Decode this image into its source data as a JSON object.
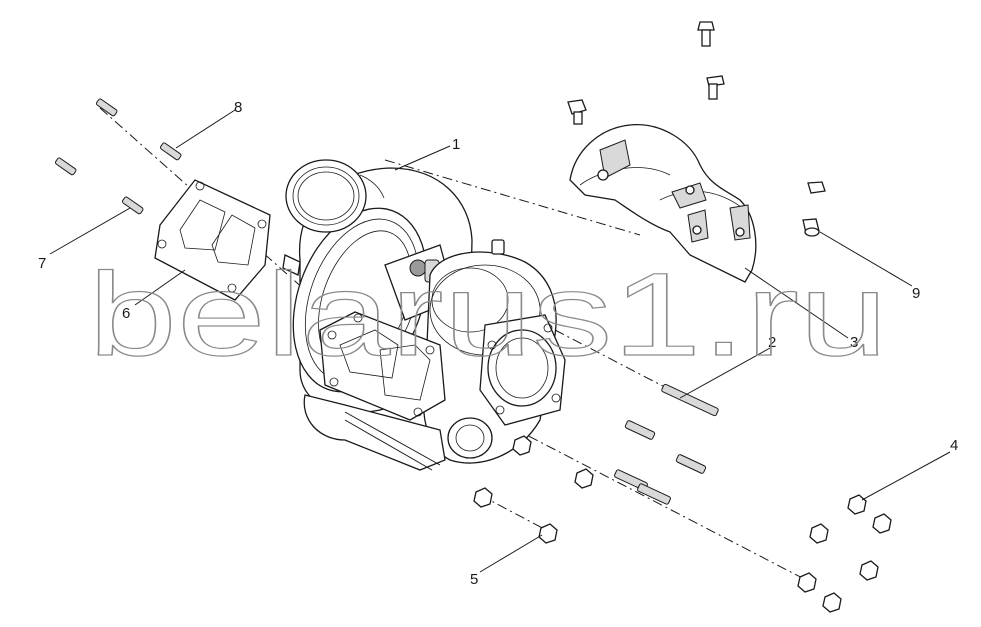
{
  "watermark": "belarus1.ru",
  "callouts": [
    {
      "id": "1",
      "label": "1"
    },
    {
      "id": "2",
      "label": "2"
    },
    {
      "id": "3",
      "label": "3"
    },
    {
      "id": "4",
      "label": "4"
    },
    {
      "id": "5",
      "label": "5"
    },
    {
      "id": "6",
      "label": "6"
    },
    {
      "id": "7",
      "label": "7"
    },
    {
      "id": "8",
      "label": "8"
    },
    {
      "id": "9",
      "label": "9"
    }
  ]
}
